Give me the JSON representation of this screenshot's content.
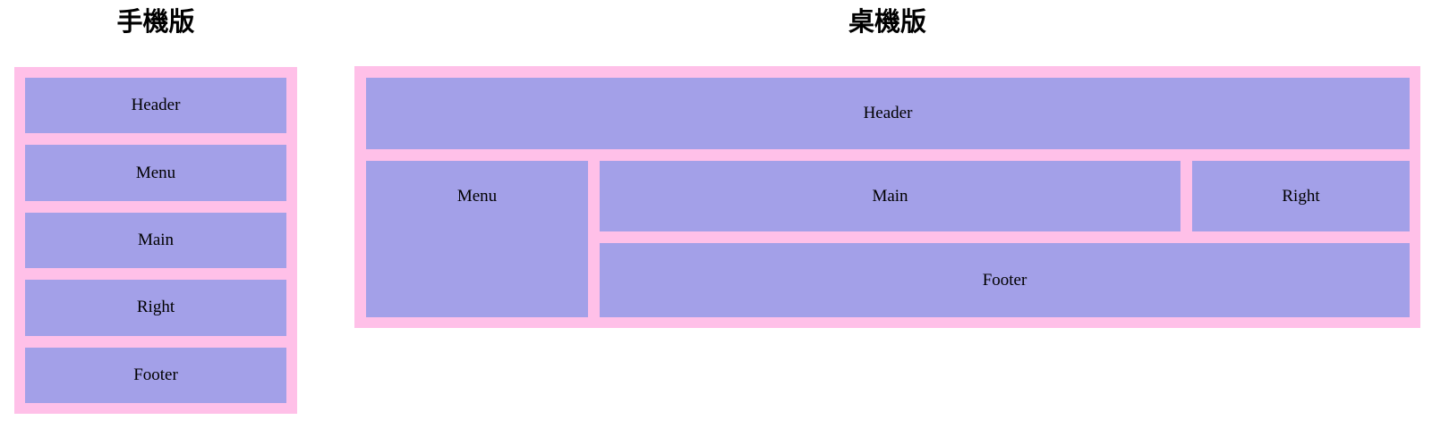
{
  "colors": {
    "page_bg": "#ffffff",
    "container_bg": "#ffc0e8",
    "box_bg": "#a3a0e8",
    "text": "#000000"
  },
  "mobile": {
    "title": "手機版",
    "boxes": [
      "Header",
      "Menu",
      "Main",
      "Right",
      "Footer"
    ]
  },
  "desktop": {
    "title": "桌機版",
    "boxes": {
      "header": "Header",
      "menu": "Menu",
      "main": "Main",
      "right": "Right",
      "footer": "Footer"
    }
  }
}
